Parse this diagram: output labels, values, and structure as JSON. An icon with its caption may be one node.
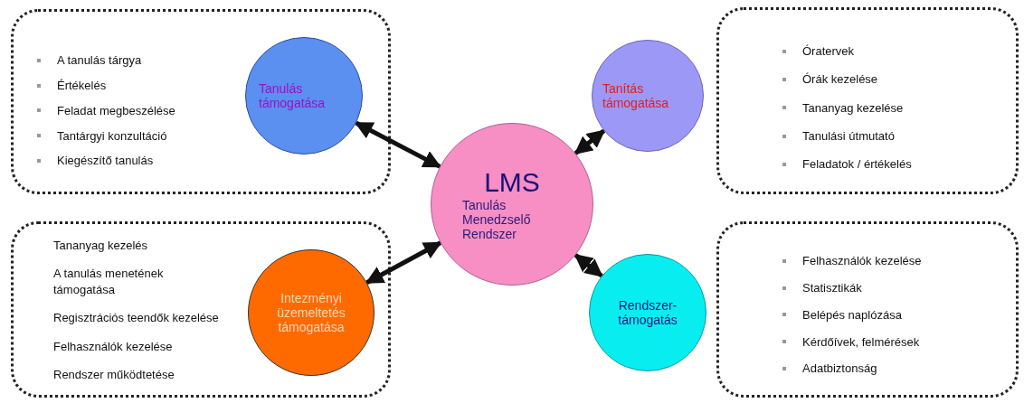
{
  "diagram": {
    "nodes": [
      {
        "text": [
          "A tanulás tárgya",
          "Értékelés",
          "Feladat megbeszélése",
          "Tantárgyi konzultáció",
          "Kiegészítő tanulás"
        ]
      },
      {
        "text": [
          "Tanulás támogatása"
        ],
        "in": 0
      },
      {
        "text": [
          "Tanítás támogatása"
        ]
      },
      {
        "text": [
          "Óratervek",
          "Órák kezelése",
          "Tananyag kezelése",
          "Tanulási útmutató",
          "Feladatok / értékelés"
        ]
      },
      {
        "text": [
          "LMS",
          "Tanulás Menedzselő Rendszer"
        ]
      },
      {
        "text": [
          "Tananyag kezelés",
          "A tanulás menetének támogatása",
          "Regisztrációs teendők kezelése",
          "Felhasználók kezelése",
          "Rendszer működtetése"
        ]
      },
      {
        "text": [
          "Intezményi üzemeltetés támogatása"
        ],
        "in": 5
      },
      {
        "text": [
          "Rendszer-támogatás"
        ]
      },
      {
        "text": [
          "Felhasználók kezelése",
          "Statisztikák",
          "Belépés naplózása",
          "Kérdőívek, felmérések",
          "Adatbiztonság"
        ]
      }
    ],
    "edges": [
      {
        "from": 4,
        "to": 1,
        "arrow": "both"
      },
      {
        "from": 4,
        "to": 2,
        "arrow": "both"
      },
      {
        "from": 4,
        "to": 6,
        "arrow": "both"
      },
      {
        "from": 4,
        "to": 7,
        "arrow": "both"
      }
    ]
  }
}
